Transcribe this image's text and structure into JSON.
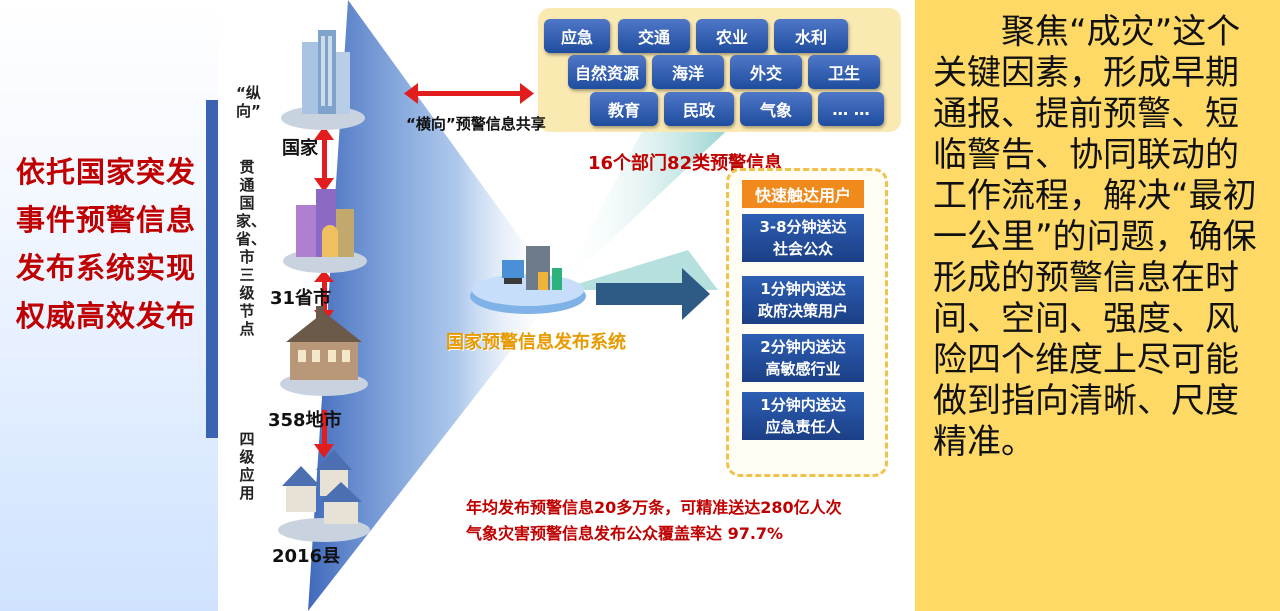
{
  "left": {
    "title": "依托国家突发事件预警信息发布系统实现权威高效发布"
  },
  "levels": [
    "国家",
    "31省市",
    "358地市",
    "2016县"
  ],
  "vertical_label": {
    "group1": "“纵向”",
    "group2": "贯通国家、省、市三级节点",
    "group3": "四级应用"
  },
  "departments": [
    "应急",
    "交通",
    "农业",
    "水利",
    "自然资源",
    "海洋",
    "外交",
    "卫生",
    "教育",
    "民政",
    "气象",
    "… …"
  ],
  "share_label": "“横向”预警信息共享",
  "dept_count": "16个部门82类预警信息",
  "system_label": "国家预警信息发布系统",
  "users": {
    "title": "快速触达用户",
    "cards": [
      {
        "time": "3-8分钟送达",
        "target": "社会公众"
      },
      {
        "time": "1分钟内送达",
        "target": "政府决策用户"
      },
      {
        "time": "2分钟内送达",
        "target": "高敏感行业"
      },
      {
        "time": "1分钟内送达",
        "target": "应急责任人"
      }
    ]
  },
  "summary": {
    "line1": "年均发布预警信息20多万条，可精准送达280亿人次",
    "line2": "气象灾害预警信息发布公众覆盖率达 97.7%"
  },
  "right": {
    "text": "聚焦“成灾”这个关键因素，形成早期通报、提前预警、短临警告、协同联动的工作流程，解决“最初一公里”的问题，确保形成的预警信息在时间、空间、强度、风险四个维度上尽可能做到指向清晰、尺度精准。"
  },
  "colors": {
    "accent_red": "#c00000",
    "dept_blue": "#2d5fb3",
    "panel_yellow": "#ffd966",
    "user_orange": "#f08a1c"
  }
}
